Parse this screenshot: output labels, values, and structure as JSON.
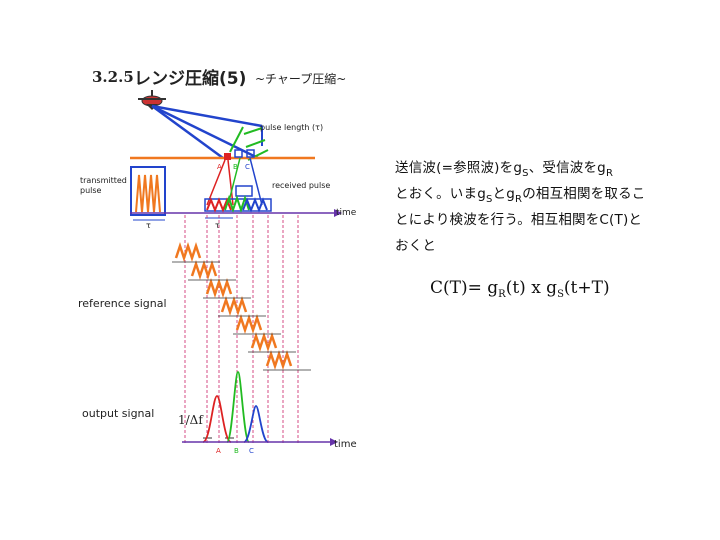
{
  "title": {
    "number": "3.2.5",
    "main": "レンジ圧縮(5)",
    "sub": "~チャープ圧縮~"
  },
  "diagram": {
    "labels": {
      "pulse_length": "pulse length (τ)",
      "transmitted_pulse_1": "transmitted",
      "transmitted_pulse_2": "pulse",
      "received_pulse": "received pulse",
      "time_top": "time",
      "tau_1": "τ",
      "tau_2": "τ",
      "reference_signal": "reference signal",
      "output_signal": "output signal",
      "resolution": "1/Δf",
      "time_bottom": "time",
      "point_a_top": "A",
      "point_b_top": "B",
      "point_c_top": "C",
      "point_a_bottom": "A",
      "point_b_bottom": "B",
      "point_c_bottom": "C"
    },
    "colors": {
      "orange": "#f07820",
      "blue": "#2244cc",
      "red": "#dd2222",
      "green": "#22bb22",
      "pink": "#cc2266",
      "purple": "#6633aa"
    }
  },
  "text": {
    "line1": {
      "before": "送信波(=参照波)をg",
      "sub1": "S",
      "mid": "、受信波をg",
      "sub2": "R"
    },
    "line2": {
      "before": "とおく。いまg",
      "sub1": "S",
      "mid": "とg",
      "sub2": "R",
      "after": "の相互相関を取るこ"
    },
    "line3": "とにより検波を行う。相互相関をC(T)と",
    "line4": "おくと",
    "formula": {
      "lhs": "C(T)= g",
      "sub1": "R",
      "mid1": "(t) x g",
      "sub2": "S",
      "mid2": "(t",
      "op": "+",
      "rhs": "T)"
    }
  }
}
